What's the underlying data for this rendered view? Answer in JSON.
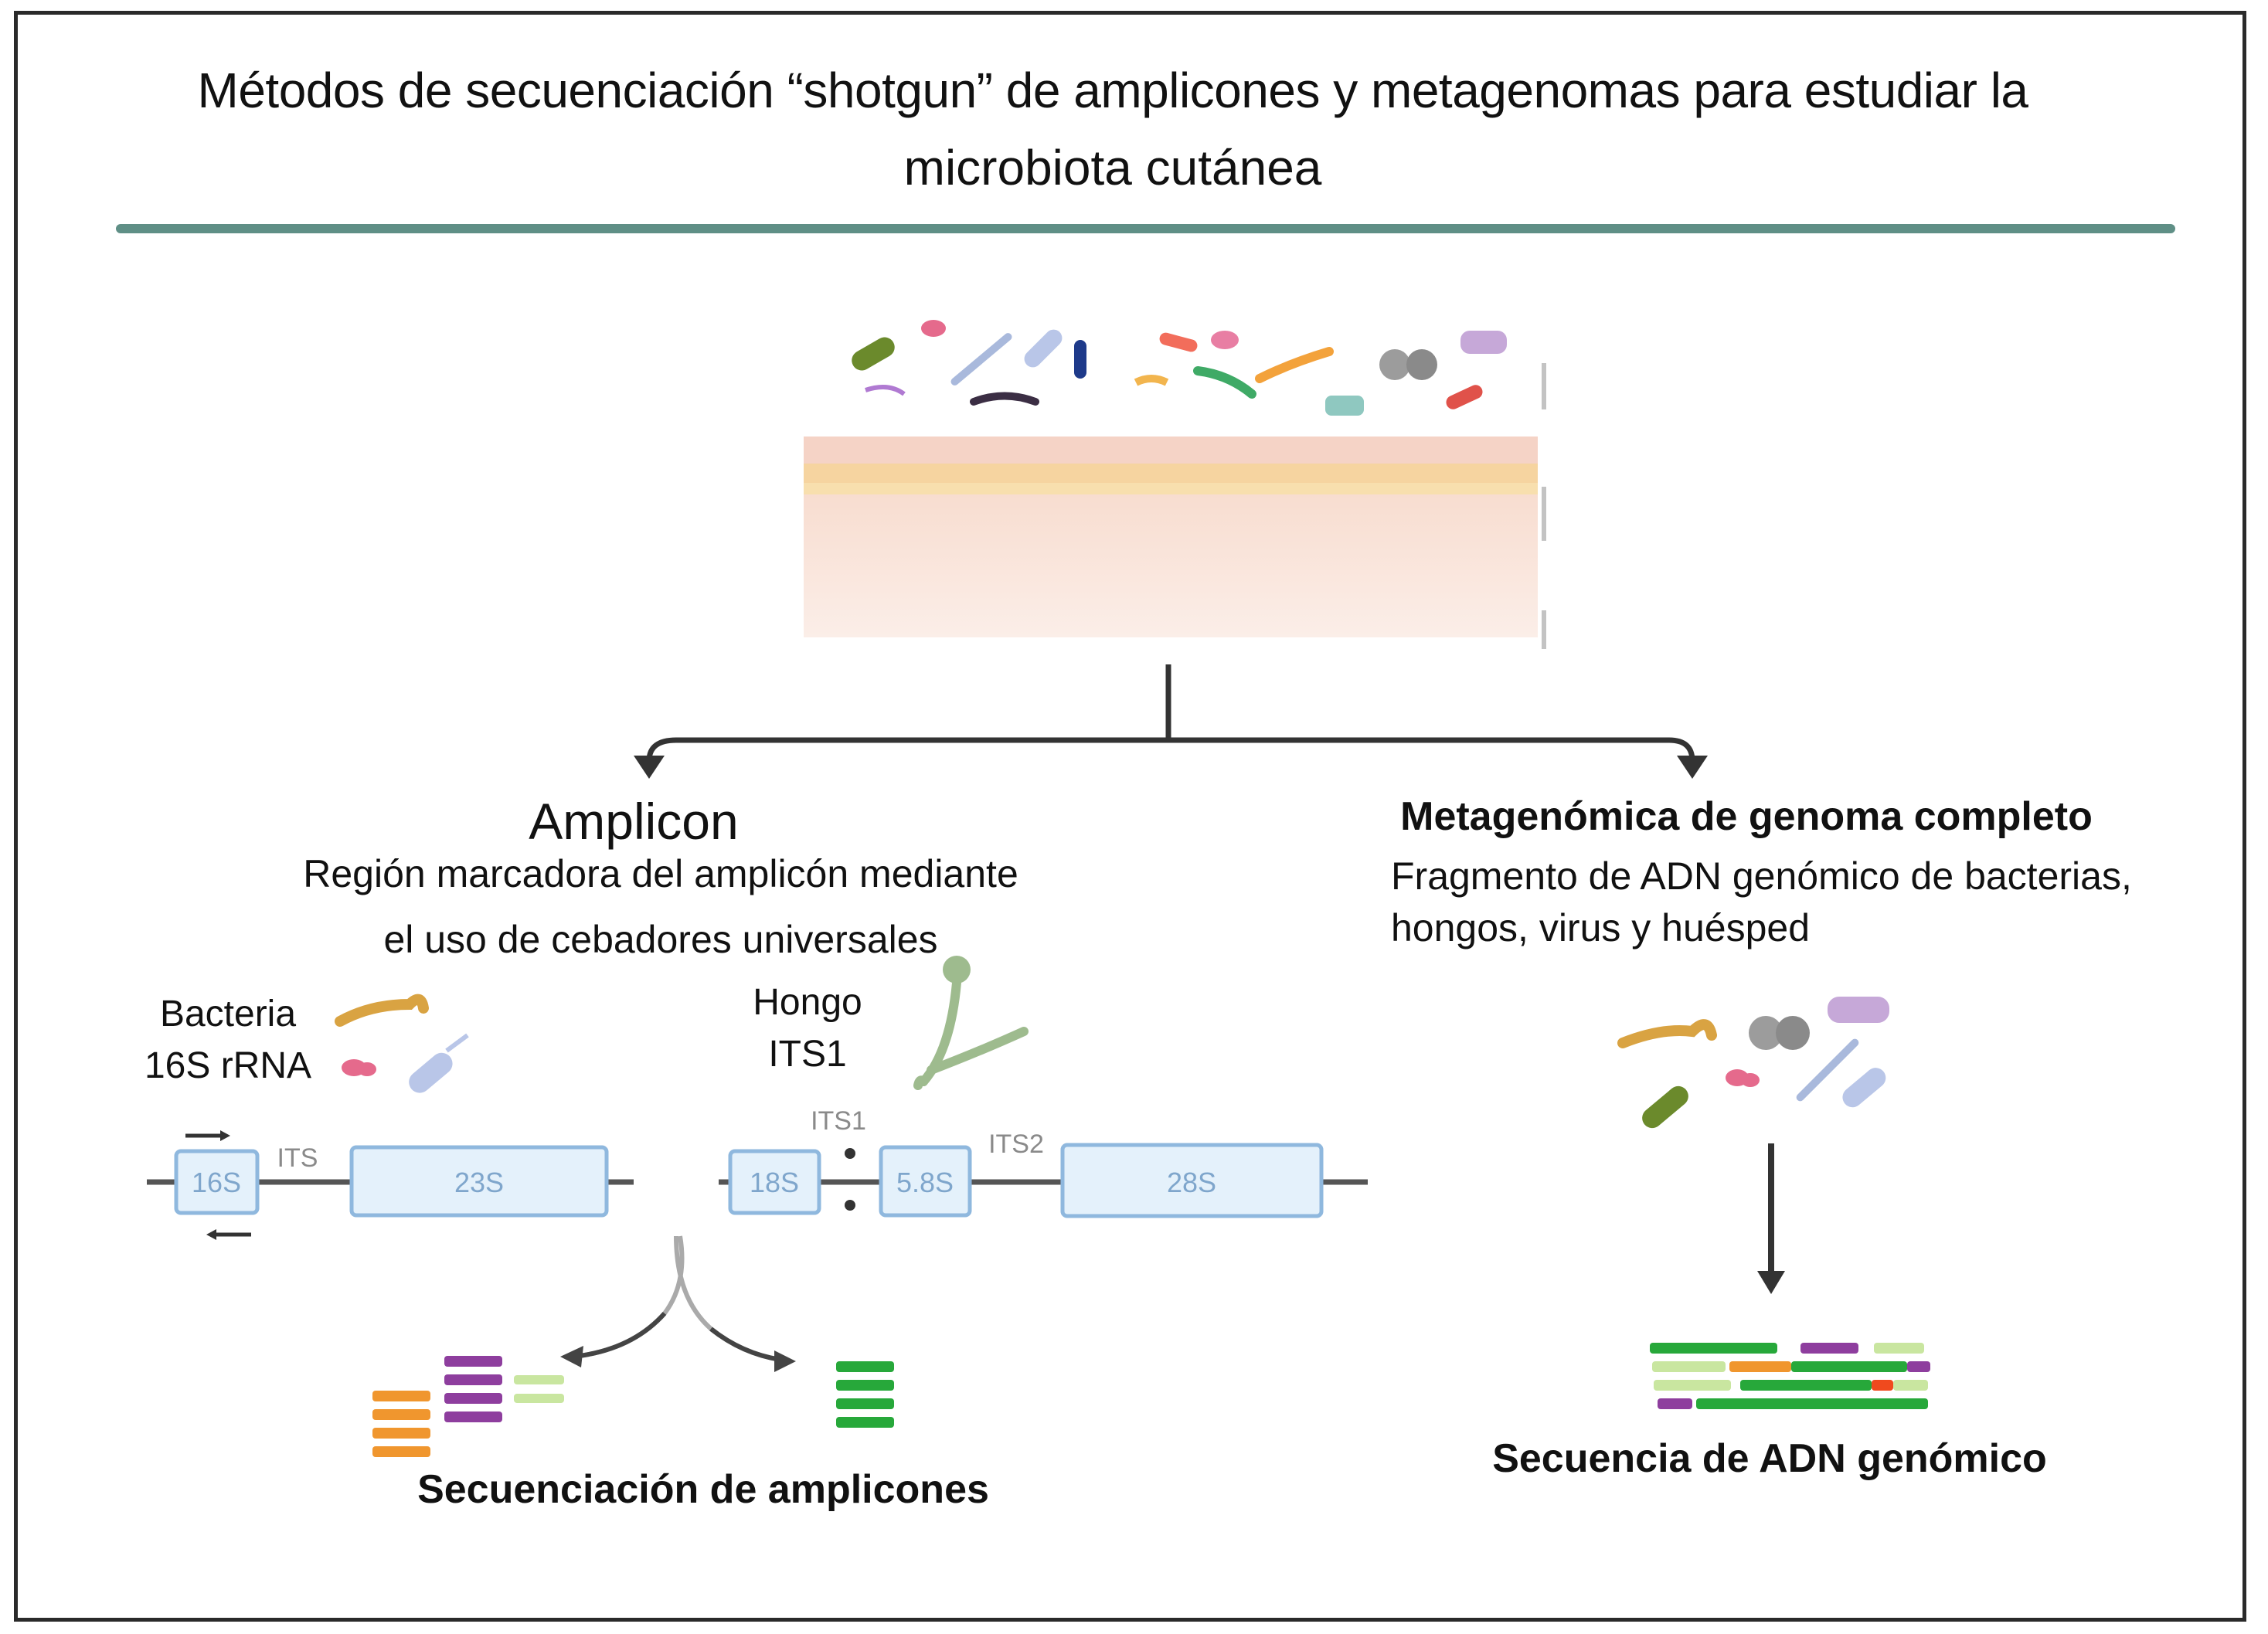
{
  "title": {
    "line1": "Métodos de secuenciación “shotgun” de amplicones y metagenomas para estudiar la",
    "line2": "microbiota cutánea"
  },
  "left": {
    "heading": "Amplicon",
    "desc_line1": "Región marcadora del amplicón mediante",
    "desc_line2": "el uso de cebadores universales",
    "bacteria_label1": "Bacteria",
    "bacteria_label2": "16S rRNA",
    "fungus_label1": "Hongo",
    "fungus_label2": "ITS1",
    "gene_bact": {
      "a": "16S",
      "spacer": "ITS",
      "b": "23S"
    },
    "gene_fung": {
      "a": "18S",
      "its1": "ITS1",
      "b": "5.8S",
      "its2": "ITS2",
      "c": "28S"
    },
    "result": "Secuenciación de amplicones"
  },
  "right": {
    "heading": "Metagenómica de genoma completo",
    "desc_line1": "Fragmento de ADN genómico de bacterias,",
    "desc_line2": "hongos, virus y huésped",
    "result": "Secuencia de ADN genómico"
  },
  "colors": {
    "divider": "#5f8f86",
    "gene_box": "#e4f1fb",
    "gene_border": "#8fb8de",
    "orange": "#f0962e",
    "purple": "#8e3e9e",
    "green": "#27a83a",
    "light_green": "#c9e6a0",
    "skin_top": "#f6d9c9",
    "skin_band": "#f6d493"
  }
}
